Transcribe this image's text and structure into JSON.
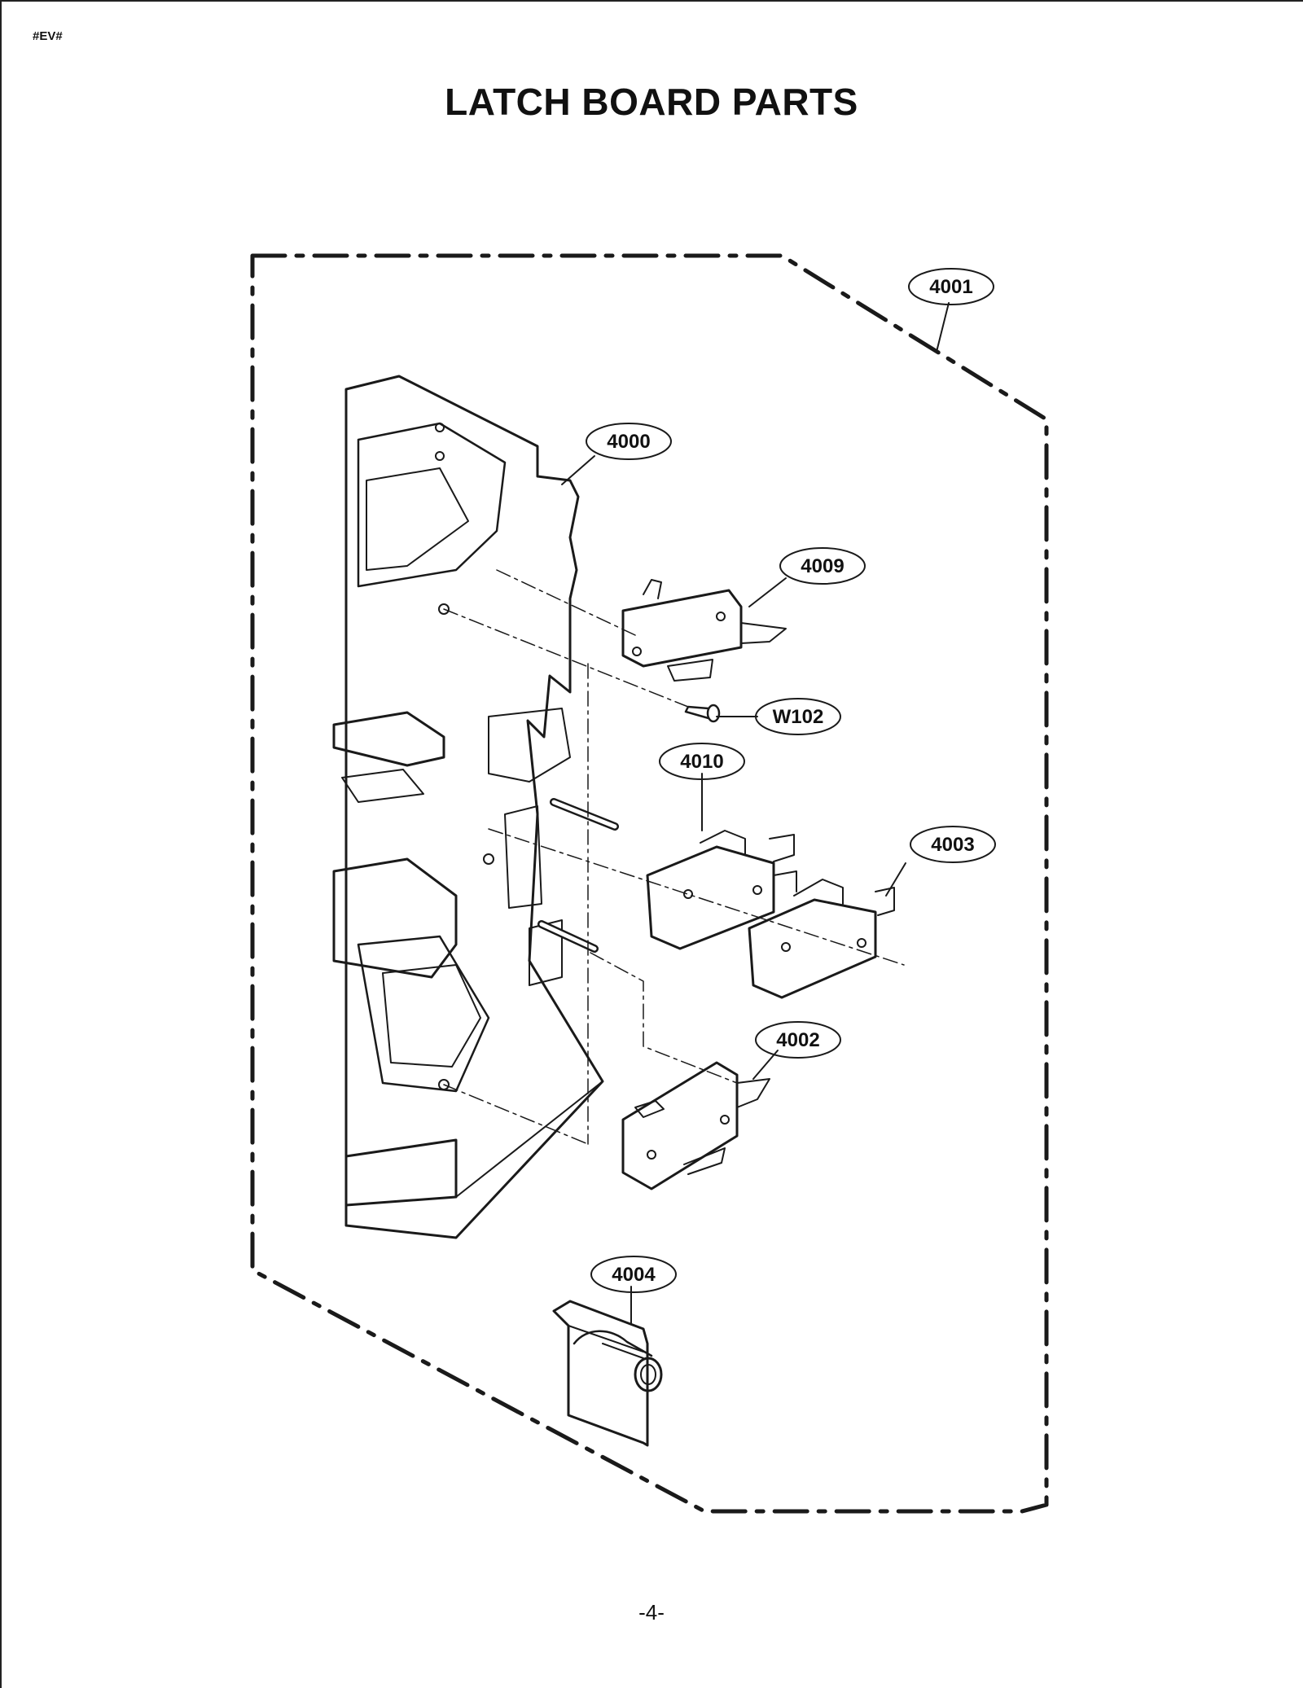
{
  "header": {
    "doc_code": "#EV#",
    "title": "LATCH BOARD PARTS"
  },
  "footer": {
    "page_number": "-4-"
  },
  "parts": [
    {
      "id": "4001"
    },
    {
      "id": "4000"
    },
    {
      "id": "4009"
    },
    {
      "id": "W102"
    },
    {
      "id": "4010"
    },
    {
      "id": "4003"
    },
    {
      "id": "4002"
    },
    {
      "id": "4004"
    }
  ],
  "style": {
    "line_color": "#1a1a1a",
    "background": "#ffffff"
  }
}
